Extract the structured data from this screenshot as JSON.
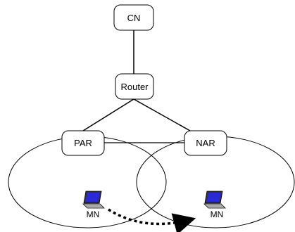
{
  "nodes": {
    "cn": "CN",
    "router": "Router",
    "par": "PAR",
    "nar": "NAR"
  },
  "mobile_nodes": {
    "left": "MN",
    "right": "MN"
  },
  "icons": {
    "laptop": "laptop-icon",
    "arrow": "dashed-arrow"
  },
  "colors": {
    "screen": "#2a2ad6",
    "line": "#000000",
    "box_fill": "#ffffff"
  }
}
